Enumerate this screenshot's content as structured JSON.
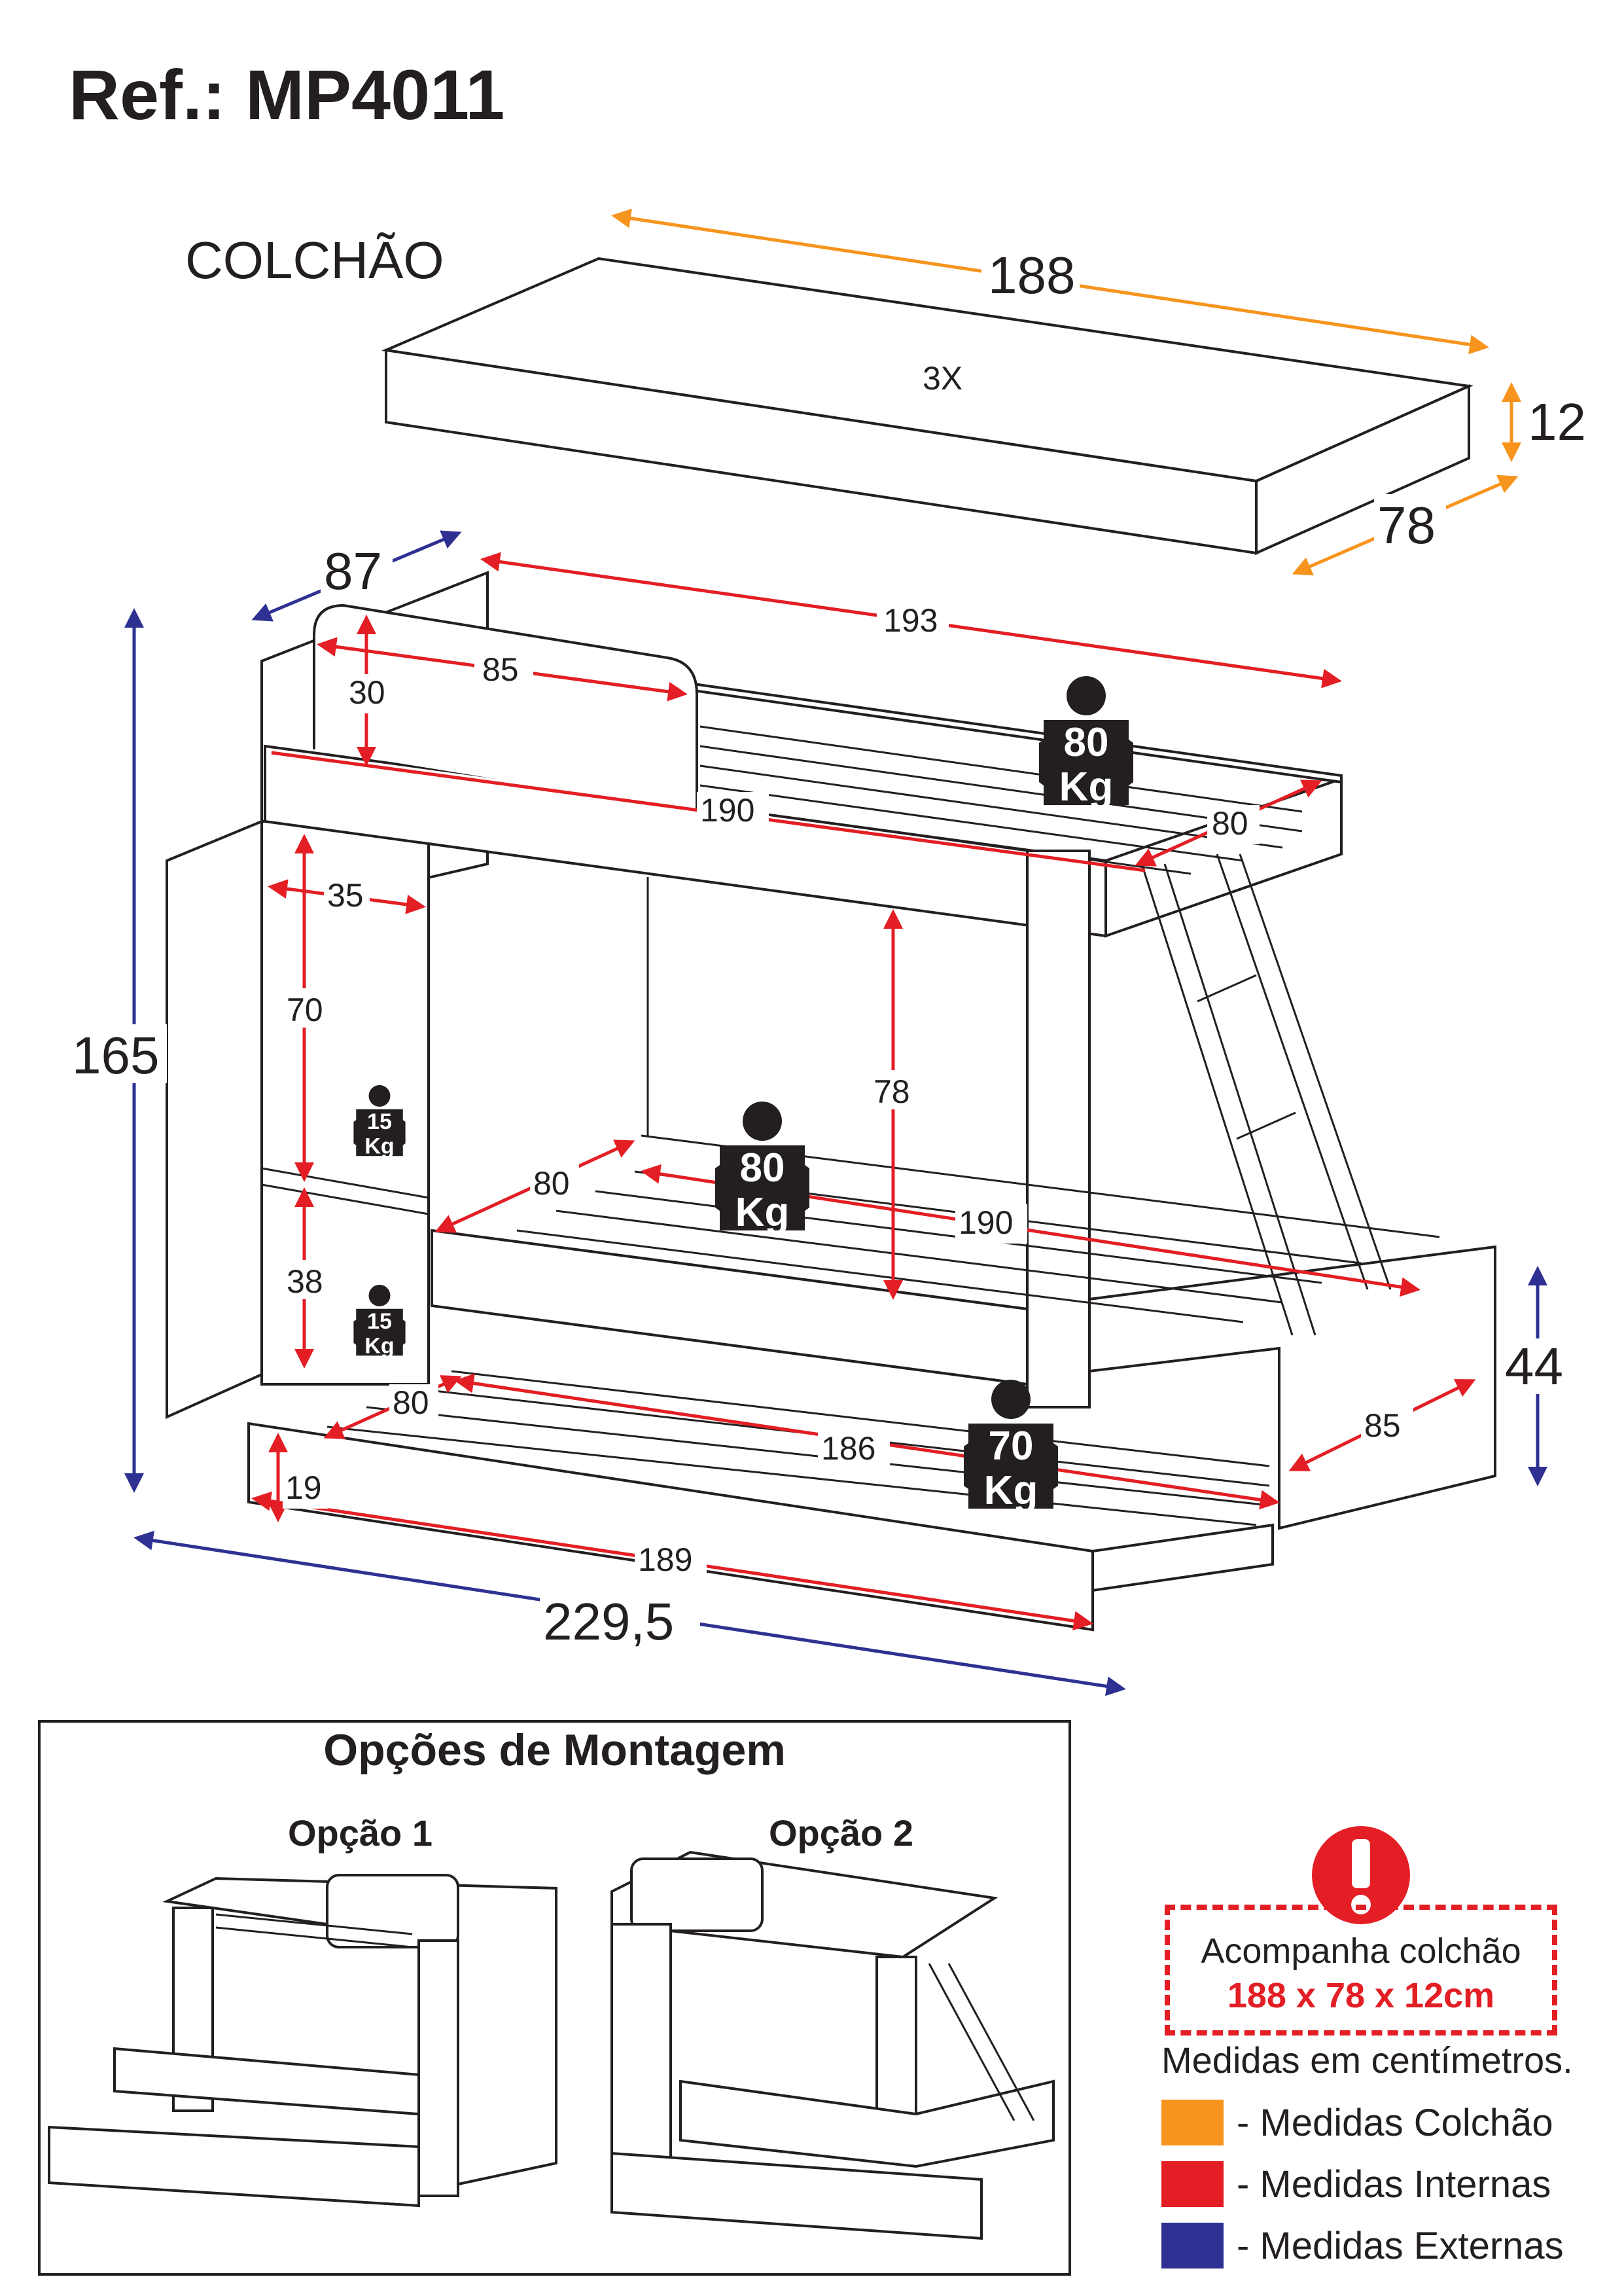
{
  "title": "Ref.: MP4011",
  "mattress": {
    "label": "COLCHÃO",
    "quantity": "3X",
    "length": "188",
    "height": "12",
    "width": "78"
  },
  "dimensions": {
    "depth_top": "87",
    "upper_length": "193",
    "headboard_width": "85",
    "headboard_height": "30",
    "upper_inner_length": "190",
    "upper_inner_width": "80",
    "shelf_width": "35",
    "shelf_upper_height": "70",
    "shelf_lower_height": "38",
    "total_height": "165",
    "mid_clearance": "78",
    "middle_width": "80",
    "middle_length": "190",
    "lower_height": "44",
    "lower_width": "85",
    "trundle_width": "80",
    "trundle_length": "186",
    "trundle_height": "19",
    "trundle_outer_length": "189",
    "total_length": "229,5"
  },
  "weights": {
    "upper_bed": [
      "80",
      "Kg"
    ],
    "middle_bed": [
      "80",
      "Kg"
    ],
    "trundle": [
      "70",
      "Kg"
    ],
    "shelf_upper": [
      "15",
      "Kg"
    ],
    "shelf_lower": [
      "15",
      "Kg"
    ]
  },
  "assembly": {
    "title": "Opções de Montagem",
    "option1": "Opção 1",
    "option2": "Opção 2"
  },
  "notice": {
    "line1": "Acompanha colchão",
    "line2": "188 x 78 x 12cm"
  },
  "units_note": "Medidas em centímetros.",
  "legend": [
    {
      "color": "#f7941d",
      "label": "- Medidas Colchão"
    },
    {
      "color": "#e31e24",
      "label": "- Medidas Internas"
    },
    {
      "color": "#2e3192",
      "label": "- Medidas Externas"
    }
  ],
  "colors": {
    "mattress": "#f7941d",
    "internal": "#e31e24",
    "external": "#2e3192"
  }
}
